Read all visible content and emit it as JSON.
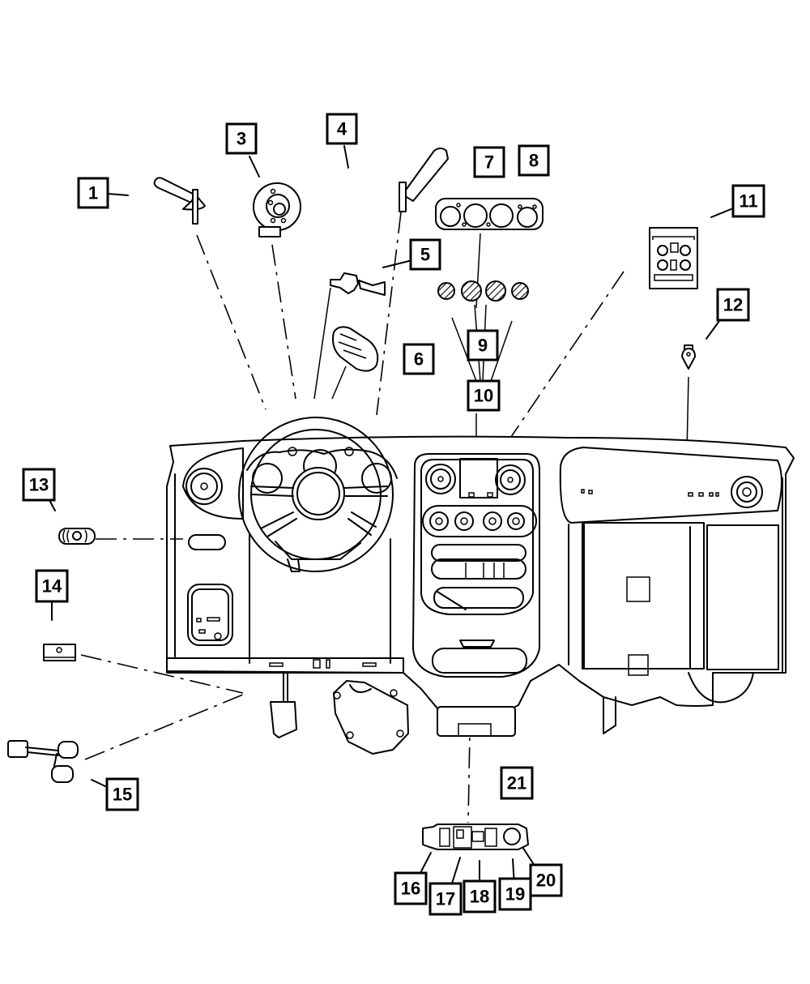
{
  "diagram": {
    "title": "Instrument Panel Switches and Controls",
    "line_color": "#000000",
    "background": "#ffffff",
    "callouts": [
      {
        "id": "c1",
        "label": "1",
        "part": "multifunction-switch-lever"
      },
      {
        "id": "c3",
        "label": "3",
        "part": "clockspring"
      },
      {
        "id": "c4",
        "label": "4",
        "part": "wiper-switch-lever"
      },
      {
        "id": "c5",
        "label": "5",
        "part": "ignition-switch"
      },
      {
        "id": "c6",
        "label": "6",
        "part": "lock-cylinder-housing"
      },
      {
        "id": "c7",
        "label": "7",
        "part": "climate-control-panel"
      },
      {
        "id": "c8",
        "label": "8",
        "part": "climate-control-panel-alt"
      },
      {
        "id": "c9",
        "label": "9",
        "part": "control-knobs"
      },
      {
        "id": "c10",
        "label": "10",
        "part": "control-knobs-alt"
      },
      {
        "id": "c11",
        "label": "11",
        "part": "radio-control-module"
      },
      {
        "id": "c12",
        "label": "12",
        "part": "glove-box-lamp"
      },
      {
        "id": "c13",
        "label": "13",
        "part": "headlamp-switch"
      },
      {
        "id": "c14",
        "label": "14",
        "part": "switch-bezel"
      },
      {
        "id": "c15",
        "label": "15",
        "part": "pedal-switch"
      },
      {
        "id": "c16",
        "label": "16",
        "part": "switch-bank-left-switch"
      },
      {
        "id": "c17",
        "label": "17",
        "part": "switch-bank-switch-a"
      },
      {
        "id": "c18",
        "label": "18",
        "part": "switch-bank-switch-b"
      },
      {
        "id": "c19",
        "label": "19",
        "part": "switch-bank-switch-c"
      },
      {
        "id": "c20",
        "label": "20",
        "part": "power-outlet"
      },
      {
        "id": "c21",
        "label": "21",
        "part": "center-switch-bank"
      }
    ]
  }
}
